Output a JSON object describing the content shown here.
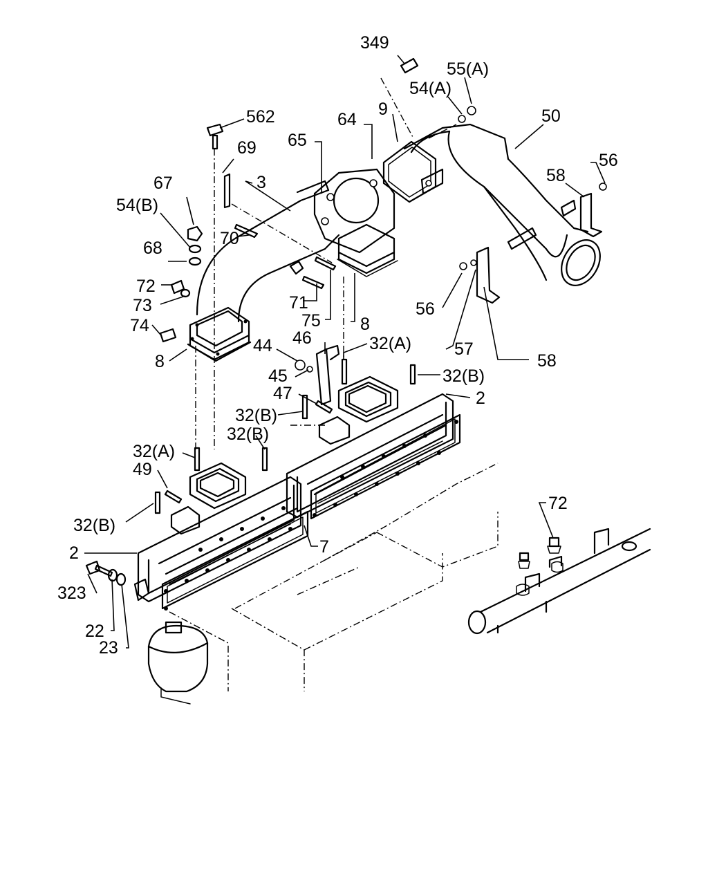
{
  "diagram": {
    "callouts": [
      {
        "id": "349",
        "text": "349"
      },
      {
        "id": "55A",
        "text": "55(A)"
      },
      {
        "id": "54A",
        "text": "54(A)"
      },
      {
        "id": "562",
        "text": "562"
      },
      {
        "id": "9",
        "text": "9"
      },
      {
        "id": "50",
        "text": "50"
      },
      {
        "id": "64",
        "text": "64"
      },
      {
        "id": "65",
        "text": "65"
      },
      {
        "id": "69",
        "text": "69"
      },
      {
        "id": "3",
        "text": "3"
      },
      {
        "id": "56a",
        "text": "56"
      },
      {
        "id": "58a",
        "text": "58"
      },
      {
        "id": "67",
        "text": "67"
      },
      {
        "id": "54B",
        "text": "54(B)"
      },
      {
        "id": "70",
        "text": "70"
      },
      {
        "id": "68",
        "text": "68"
      },
      {
        "id": "72a",
        "text": "72"
      },
      {
        "id": "73",
        "text": "73"
      },
      {
        "id": "71",
        "text": "71"
      },
      {
        "id": "56b",
        "text": "56"
      },
      {
        "id": "75",
        "text": "75"
      },
      {
        "id": "8a",
        "text": "8"
      },
      {
        "id": "74",
        "text": "74"
      },
      {
        "id": "46",
        "text": "46"
      },
      {
        "id": "44",
        "text": "44"
      },
      {
        "id": "32Aa",
        "text": "32(A)"
      },
      {
        "id": "57",
        "text": "57"
      },
      {
        "id": "8b",
        "text": "8"
      },
      {
        "id": "58b",
        "text": "58"
      },
      {
        "id": "45",
        "text": "45"
      },
      {
        "id": "32Ba",
        "text": "32(B)"
      },
      {
        "id": "47",
        "text": "47"
      },
      {
        "id": "2a",
        "text": "2"
      },
      {
        "id": "32Bb",
        "text": "32(B)"
      },
      {
        "id": "32Bc",
        "text": "32(B)"
      },
      {
        "id": "32Ab",
        "text": "32(A)"
      },
      {
        "id": "49",
        "text": "49"
      },
      {
        "id": "72b",
        "text": "72"
      },
      {
        "id": "32Bd",
        "text": "32(B)"
      },
      {
        "id": "7",
        "text": "7"
      },
      {
        "id": "2b",
        "text": "2"
      },
      {
        "id": "323",
        "text": "323"
      },
      {
        "id": "22",
        "text": "22"
      },
      {
        "id": "23",
        "text": "23"
      }
    ]
  }
}
